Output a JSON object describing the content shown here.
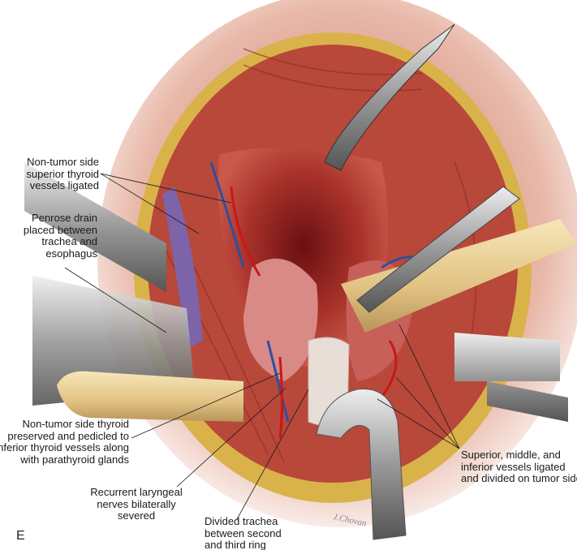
{
  "figure": {
    "panel_letter": "E",
    "signature": "J.Chovan",
    "labels": {
      "superior_thyroid": [
        "Non-tumor side",
        "superior thyroid",
        "vessels ligated"
      ],
      "penrose": [
        "Penrose drain",
        "placed between",
        "trachea and",
        "esophagus"
      ],
      "thyroid_preserved": [
        "Non-tumor side thyroid",
        "preserved and pedicled to",
        "inferior thyroid vessels along",
        "with parathyroid glands"
      ],
      "recurrent_nerves": [
        "Recurrent laryngeal",
        "nerves bilaterally",
        "severed"
      ],
      "divided_trachea": [
        "Divided trachea",
        "between second",
        "and third ring"
      ],
      "tumor_side_vessels": [
        "Superior, middle, and",
        "inferior vessels ligated",
        "and divided on tumor side"
      ]
    }
  }
}
